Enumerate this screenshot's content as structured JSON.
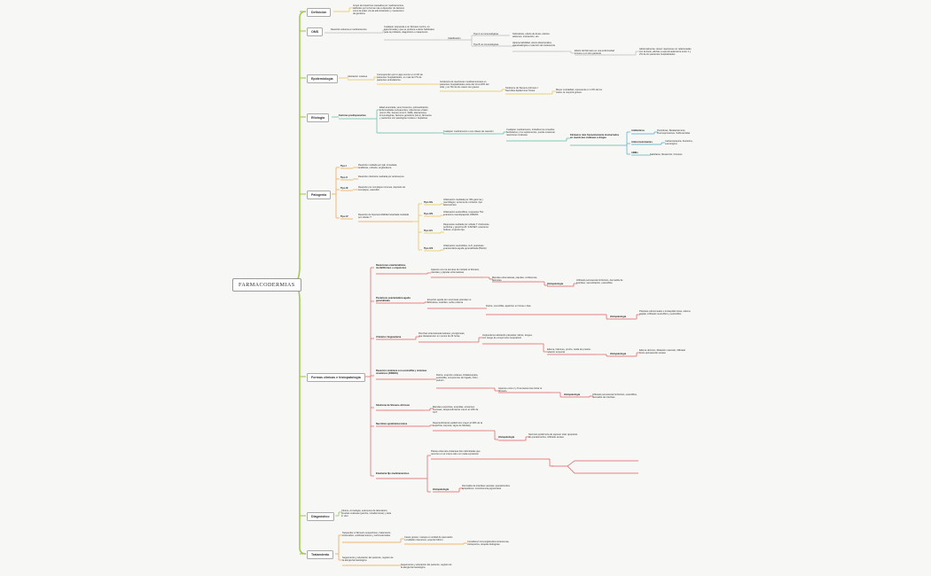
{
  "root": "FARMACODERMIAS",
  "colors": {
    "trunk": "#a4c85a",
    "yellow": "#e8c24a",
    "green": "#8fc24a",
    "red": "#e05a5a",
    "blue": "#4aa8c8",
    "teal": "#5ab8a8",
    "orange": "#f0a040",
    "gray": "#bbbbbb"
  },
  "main": [
    {
      "label": "Definición",
      "color": "yellow"
    },
    {
      "label": "OMS",
      "color": "gray"
    },
    {
      "label": "Epidemiología",
      "color": "yellow"
    },
    {
      "label": "Etiología",
      "color": "teal"
    },
    {
      "label": "Patogenia",
      "color": "orange"
    },
    {
      "label": "Formas clínicas e histopatología",
      "color": "red"
    },
    {
      "label": "Diagnóstico",
      "color": "green"
    },
    {
      "label": "Tratamiento",
      "color": "orange"
    }
  ],
  "nodes": [
    "Grupo de trastornos causados por medicamentos, definidos por la forma más a depender de factores como la edad, vía de administración y mecanismo de genética.",
    "Reacción adversa a medicamentos",
    "Cualquier respuesta a un fármaco nocivo, no intencionada y que se produce a dosis habituales para la profilaxis, diagnóstico o tratamiento",
    "Clasificación",
    "Tipo A no inmunológicas",
    "Sobredosis, efecto de dosis, efectos adversos, interacción, etc.",
    "Tipo B no inmunológicas",
    "Hipersensibilidad, efecto idiosincrático, pseudoalérgica o reacción de intolerancia",
    "Efecto del fármaco en una enfermedad inmune o en otro paciente",
    "Adicionalmente, tienen reacciones no relacionadas con la dosis, afectan a aproximadamente entre 1 y 2% de los pacientes hospitalizados",
    "Afectación cutánea",
    "Corresponden por lo algo común en 2-3% de pacientes hospitalizados, en más del 7% de pacientes ambulatorios.",
    "Incidencia de reacciones medicamentosas en pacientes hospitalizados varía del 10 al 20% del total, y en 5% de los casos son graves",
    "Síndrome de Stevens-Johnson / Necrólisis Epidérmica Tóxica",
    "Mayor mortalidad, representa un 1-5% de los casos, la mayoría graves",
    "Factores predisponentes",
    "Edad avanzada, sexo femenino, polimedicación, enfermedades subyacentes, infecciones virales (como VIH, herpes virus 6, VEB), alteraciones inmunológicas, factores genéticos (HLA), fármacos y pacientes con patologías renales o hepáticas.",
    "Cualquier medicamento o sus clases de reacción",
    "Cualquier medicamento, incluidos los remedios herbolarios y los suplementos, puede ocasionar reacciones cutáneas",
    "Fármacos más frecuentemente involucrados en reacciones cutáneas a drogas",
    "Antibióticos",
    "Penicilinas, Betalactámicos, Fluoroquinolonas, Sulfonamidas",
    "Anticonvulsivantes",
    "Carbamazepina, Fenitoína, Lamotrigina",
    "AINEs",
    "Salicilatos, Metamizol, Oxicams",
    "Tipo I",
    "Reacción mediada por IgE, inmediata, anafilaxia, urticaria, angioedema",
    "Tipo II",
    "Reacción citotóxica mediada por anticuerpos",
    "Tipo III",
    "Reacción por complejos inmunes, depósito de complejos, vasculitis",
    "Tipo IV",
    "Reacción de hipersensibilidad retardada mediada por células T",
    "Tipo IVa",
    "Inflamación mediada por IFN-gamma y macrófagos, eccema de contacto, tipo tuberculínico",
    "Tipo IVb",
    "Inflamación eosinofílica, respuesta Th2, exantema maculopapular, DRESS",
    "Tipo IVc",
    "Respuesta mediada por células T citotóxicas, perforina y granzima B, SJS/NET, exantema bulloso, erupción fija",
    "Tipo IVd",
    "Inflamación neutrofílica, IL-8, pustulosis exantemática aguda generalizada (PEAG)",
    "Reacciones exantemáticas, morbiliformes o erupciones",
    "Aparece a la 1a semana de iniciado el fármaco, máculas y pápulas eritematosas",
    "Máculas eritematosas, pápulas, confluentes, dérmicas",
    "Histopatología",
    "Infiltrado perivascular linfocítico, dermatitis de interfase, vacuolización, eosinófilos",
    "Pustulosis exantemática aguda generalizada",
    "Erupción aguda de numerosas pústulas no foliculares, estériles, sobre eritema",
    "Fiebre, neutrofilia, aparición en horas o días",
    "Histopatología",
    "Pústulas subcorneales e intraepidérmicas, edema papilar, infiltrado neutrofílico y eosinófilos",
    "Urticaria / Angioedema",
    "Ronchas eritematoedematosas, pruriginosas, que desaparecen en menos de 24 horas",
    "Angioedema afectando párpados, labios, lengua, con riesgo de compromiso respiratorio",
    "Edema, habones, prurito, caída de presión, relación temporal",
    "Histopatología",
    "Edema dérmico, dilatación vascular, infiltrado mixto perivascular escaso",
    "Reacción sistémica con eosinofilia y síntomas sistémicos (DRESS)",
    "Fiebre, erupción cutánea, linfadenopatía, eosinofilia, compromiso de hígado, riñón, pulmón",
    "Aparece entre 2 y 8 semanas tras iniciar el fármaco",
    "Histopatología",
    "Infiltrado perivascular linfocítico, eosinófilos, dermatitis de interfase",
    "Síndrome de Stevens-Johnson",
    "Máculas purpúricas, ampollas, erosiones mucosas, desprendimiento menor al 10% de SCT",
    "Necrólisis epidérmica tóxica",
    "Desprendimiento epidérmico mayor al 30% de la superficie corporal, signo de Nikolsky",
    "Histopatología",
    "Necrosis epidérmica de espesor total, apoptosis de queratinocitos, infiltrado escaso",
    "Exantema fijo medicamentoso",
    "Placas eritemato-violáceas bien delimitadas que recurren en el mismo sitio con cada exposición",
    "Histopatología",
    "Dermatitis de interfase vacuolar, queratinocitos apoptóticos, incontinencia pigmentaria",
    "Clínica, cronología, exámenes de laboratorio, pruebas cutáneas (parche, intradérmicas) y tests in vitro",
    "Suspender el fármaco sospechoso, tratamiento sintomático, antihistamínicos y corticosteroides",
    "Casos graves: manejo en unidad de quemados o cuidados intensivos, soporte hídrico",
    "Considerar inmunoglobulina intravenosa, ciclosporina, terapias biológicas",
    "Seguimiento y educación del paciente, registro de la alergia farmacológica"
  ]
}
